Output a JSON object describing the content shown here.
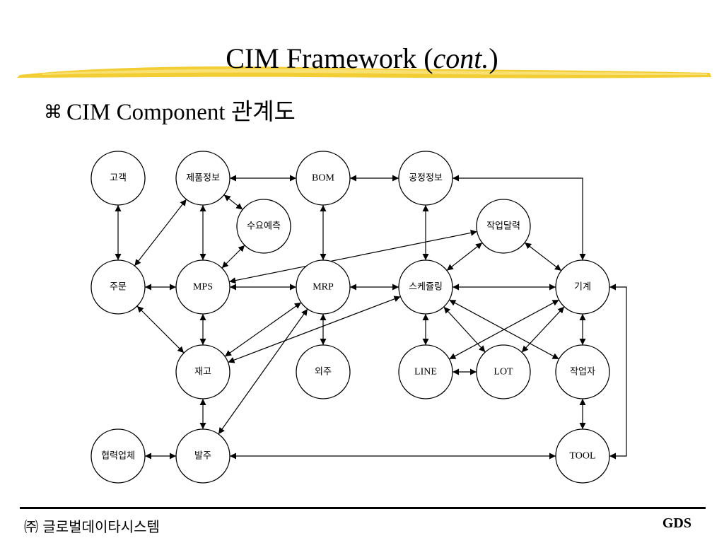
{
  "title": {
    "main": "CIM Framework (",
    "italic": "cont.",
    "close": ")"
  },
  "subtitle": {
    "bullet": "⌘",
    "text": "CIM Component 관계도"
  },
  "footer": {
    "company": "㈜ 글로벌데이타시스템",
    "abbr": "GDS"
  },
  "colors": {
    "brush": "#f2c81e",
    "brush_light": "#f8e27a",
    "line": "#000000"
  },
  "nodes": [
    {
      "id": "customer",
      "label": "고객",
      "lang": "ko"
    },
    {
      "id": "product_info",
      "label": "제품정보",
      "lang": "ko"
    },
    {
      "id": "bom",
      "label": "BOM",
      "lang": "en"
    },
    {
      "id": "process_info",
      "label": "공정정보",
      "lang": "ko"
    },
    {
      "id": "demand_forecast",
      "label": "수요예측",
      "lang": "ko"
    },
    {
      "id": "work_calendar",
      "label": "작업달력",
      "lang": "ko"
    },
    {
      "id": "order",
      "label": "주문",
      "lang": "ko"
    },
    {
      "id": "mps",
      "label": "MPS",
      "lang": "en"
    },
    {
      "id": "mrp",
      "label": "MRP",
      "lang": "en"
    },
    {
      "id": "scheduling",
      "label": "스케쥴링",
      "lang": "ko"
    },
    {
      "id": "machine",
      "label": "기계",
      "lang": "ko"
    },
    {
      "id": "inventory",
      "label": "재고",
      "lang": "ko"
    },
    {
      "id": "outsourcing",
      "label": "외주",
      "lang": "ko"
    },
    {
      "id": "line",
      "label": "LINE",
      "lang": "en"
    },
    {
      "id": "lot",
      "label": "LOT",
      "lang": "en"
    },
    {
      "id": "worker",
      "label": "작업자",
      "lang": "ko"
    },
    {
      "id": "supplier",
      "label": "협력업체",
      "lang": "ko"
    },
    {
      "id": "purchase",
      "label": "발주",
      "lang": "ko"
    },
    {
      "id": "tool",
      "label": "TOOL",
      "lang": "en"
    }
  ],
  "edges": [
    {
      "from": "customer",
      "to": "order",
      "dir": "both"
    },
    {
      "from": "product_info",
      "to": "bom",
      "dir": "both"
    },
    {
      "from": "bom",
      "to": "process_info",
      "dir": "both"
    },
    {
      "from": "process_info",
      "to": "machine",
      "dir": "both",
      "route": "elbow"
    },
    {
      "from": "product_info",
      "to": "demand_forecast",
      "dir": "both"
    },
    {
      "from": "product_info",
      "to": "mps",
      "dir": "both"
    },
    {
      "from": "product_info",
      "to": "order",
      "dir": "both"
    },
    {
      "from": "demand_forecast",
      "to": "mps",
      "dir": "both"
    },
    {
      "from": "mps",
      "to": "work_calendar",
      "dir": "both"
    },
    {
      "from": "bom",
      "to": "mrp",
      "dir": "both"
    },
    {
      "from": "process_info",
      "to": "scheduling",
      "dir": "both"
    },
    {
      "from": "work_calendar",
      "to": "scheduling",
      "dir": "both"
    },
    {
      "from": "work_calendar",
      "to": "machine",
      "dir": "both"
    },
    {
      "from": "order",
      "to": "mps",
      "dir": "both"
    },
    {
      "from": "mps",
      "to": "mrp",
      "dir": "both"
    },
    {
      "from": "mrp",
      "to": "scheduling",
      "dir": "both"
    },
    {
      "from": "scheduling",
      "to": "machine",
      "dir": "both"
    },
    {
      "from": "order",
      "to": "inventory",
      "dir": "both"
    },
    {
      "from": "mps",
      "to": "inventory",
      "dir": "both"
    },
    {
      "from": "mrp",
      "to": "inventory",
      "dir": "both"
    },
    {
      "from": "scheduling",
      "to": "inventory",
      "dir": "both"
    },
    {
      "from": "mrp",
      "to": "outsourcing",
      "dir": "both"
    },
    {
      "from": "mrp",
      "to": "purchase",
      "dir": "both"
    },
    {
      "from": "scheduling",
      "to": "line",
      "dir": "both"
    },
    {
      "from": "scheduling",
      "to": "lot",
      "dir": "both"
    },
    {
      "from": "scheduling",
      "to": "worker",
      "dir": "both"
    },
    {
      "from": "machine",
      "to": "line",
      "dir": "both"
    },
    {
      "from": "machine",
      "to": "lot",
      "dir": "both"
    },
    {
      "from": "machine",
      "to": "worker",
      "dir": "both"
    },
    {
      "from": "line",
      "to": "lot",
      "dir": "both"
    },
    {
      "from": "worker",
      "to": "tool",
      "dir": "both"
    },
    {
      "from": "inventory",
      "to": "purchase",
      "dir": "both"
    },
    {
      "from": "supplier",
      "to": "purchase",
      "dir": "both"
    },
    {
      "from": "purchase",
      "to": "tool",
      "dir": "both"
    },
    {
      "from": "tool",
      "to": "machine",
      "dir": "both",
      "route": "bracket-right"
    }
  ]
}
